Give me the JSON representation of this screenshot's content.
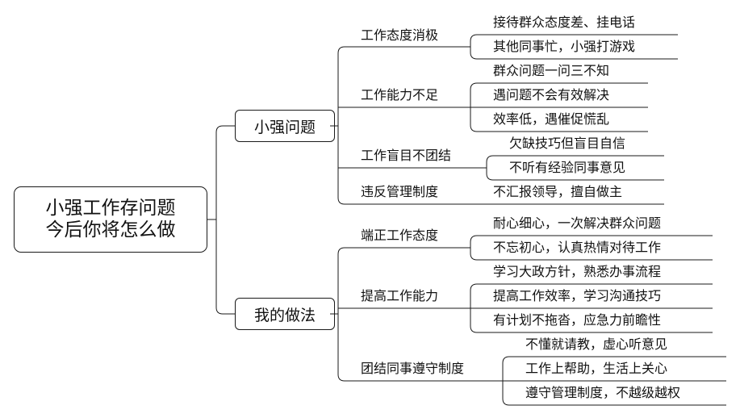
{
  "root": {
    "line1": "小强工作存问题",
    "line2": "今后你将怎么做"
  },
  "branches": [
    {
      "label": "小强问题",
      "subs": [
        {
          "label": "工作态度消极",
          "leaves": [
            "接待群众态度差、挂电话",
            "其他同事忙，小强打游戏"
          ]
        },
        {
          "label": "工作能力不足",
          "leaves": [
            "群众问题一问三不知",
            "遇问题不会有效解决",
            "效率低，遇催促慌乱"
          ]
        },
        {
          "label": "工作盲目不团结",
          "leaves": [
            "欠缺技巧但盲目自信",
            "不听有经验同事意见"
          ]
        },
        {
          "label": "违反管理制度",
          "leaves": [
            "不汇报领导，擅自做主"
          ]
        }
      ]
    },
    {
      "label": "我的做法",
      "subs": [
        {
          "label": "端正工作态度",
          "leaves": [
            "耐心细心，一次解决群众问题",
            "不忘初心，认真热情对待工作"
          ]
        },
        {
          "label": "提高工作能力",
          "leaves": [
            "学习大政方针，熟悉办事流程",
            "提高工作效率，学习沟通技巧",
            "有计划不拖沓，应急力前瞻性"
          ]
        },
        {
          "label": "团结同事遵守制度",
          "leaves": [
            "不懂就请教，虚心听意见",
            "工作上帮助，生活上关心",
            "遵守管理制度，不越级越权"
          ]
        }
      ]
    }
  ]
}
